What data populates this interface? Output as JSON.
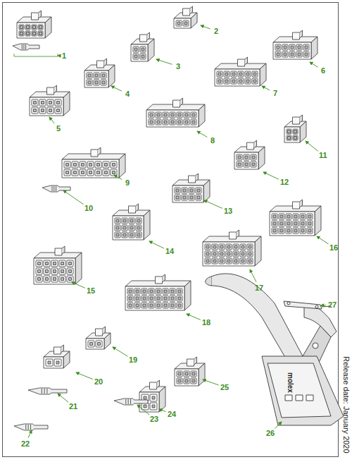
{
  "diagram": {
    "labels": [
      "1",
      "2",
      "3",
      "4",
      "5",
      "6",
      "7",
      "8",
      "9",
      "10",
      "11",
      "12",
      "13",
      "14",
      "15",
      "16",
      "17",
      "18",
      "19",
      "20",
      "21",
      "22",
      "23",
      "24",
      "25",
      "26",
      "27",
      "molex",
      "Release date: January 2020"
    ]
  }
}
